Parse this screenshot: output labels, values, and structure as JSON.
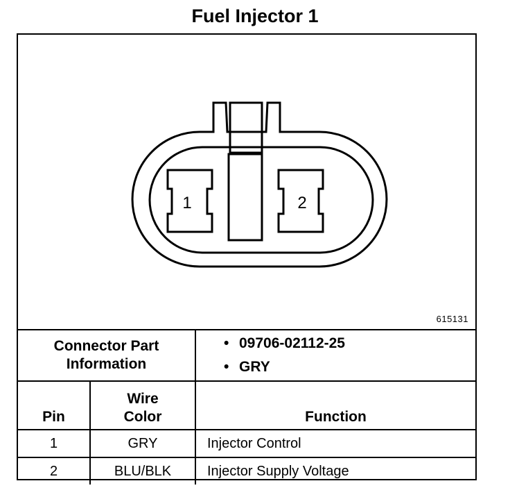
{
  "title": "Fuel Injector 1",
  "figure_id": "615131",
  "pins": [
    "1",
    "2"
  ],
  "connector_info": {
    "label_line1": "Connector Part",
    "label_line2": "Information",
    "items": [
      "09706-02112-25",
      "GRY"
    ]
  },
  "table": {
    "headers": {
      "pin": "Pin",
      "wire_color_line1": "Wire",
      "wire_color_line2": "Color",
      "function": "Function"
    },
    "rows": [
      {
        "pin": "1",
        "color": "GRY",
        "function": "Injector Control"
      },
      {
        "pin": "2",
        "color": "BLU/BLK",
        "function": "Injector Supply Voltage"
      }
    ]
  }
}
